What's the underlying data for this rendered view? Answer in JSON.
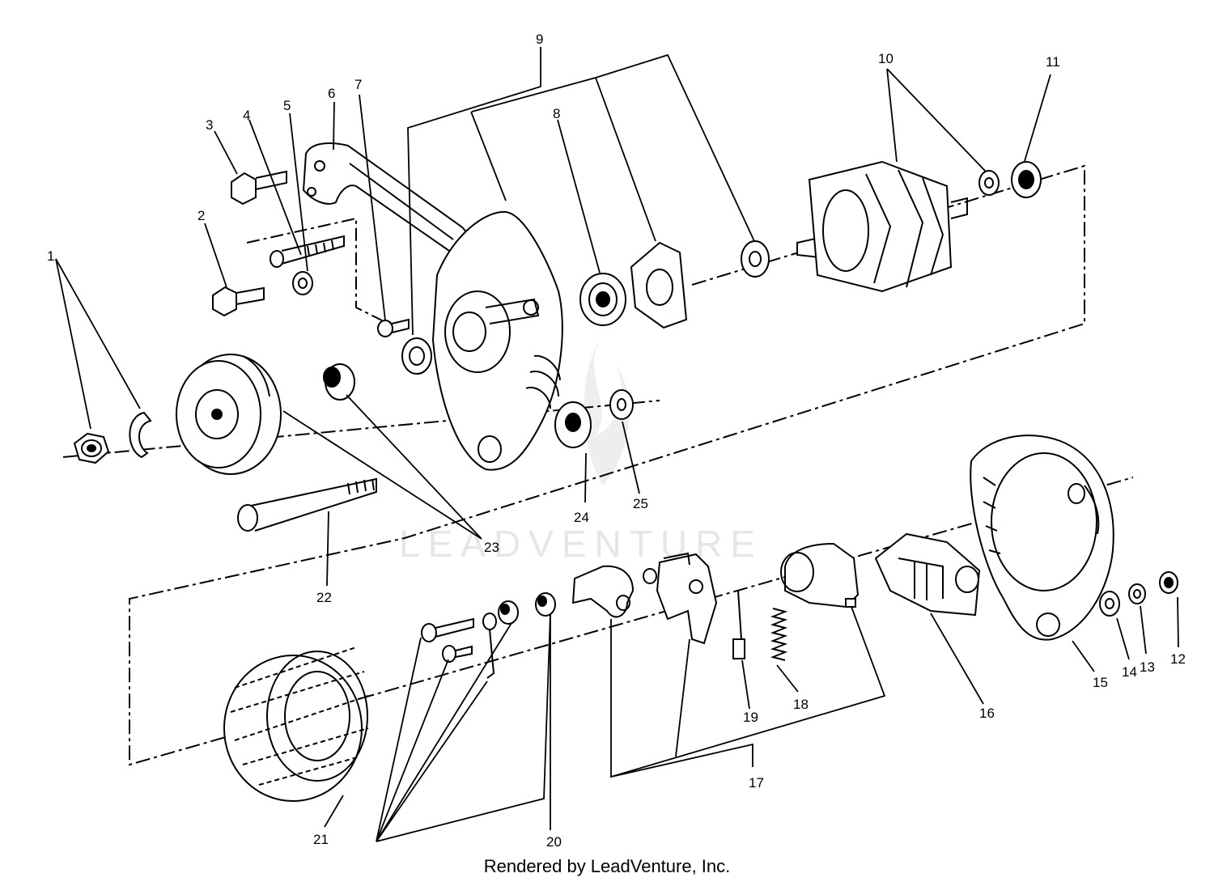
{
  "watermark": "LEADVENTURE",
  "credit": "Rendered by LeadVenture, Inc.",
  "labels": {
    "l1": "1",
    "l2": "2",
    "l3": "3",
    "l4": "4",
    "l5": "5",
    "l6": "6",
    "l7": "7",
    "l8": "8",
    "l9": "9",
    "l10": "10",
    "l11": "11",
    "l12": "12",
    "l13": "13",
    "l14": "14",
    "l15": "15",
    "l16": "16",
    "l17": "17",
    "l18": "18",
    "l19": "19",
    "l20": "20",
    "l21": "21",
    "l22": "22",
    "l23": "23",
    "l24": "24",
    "l25": "25"
  }
}
